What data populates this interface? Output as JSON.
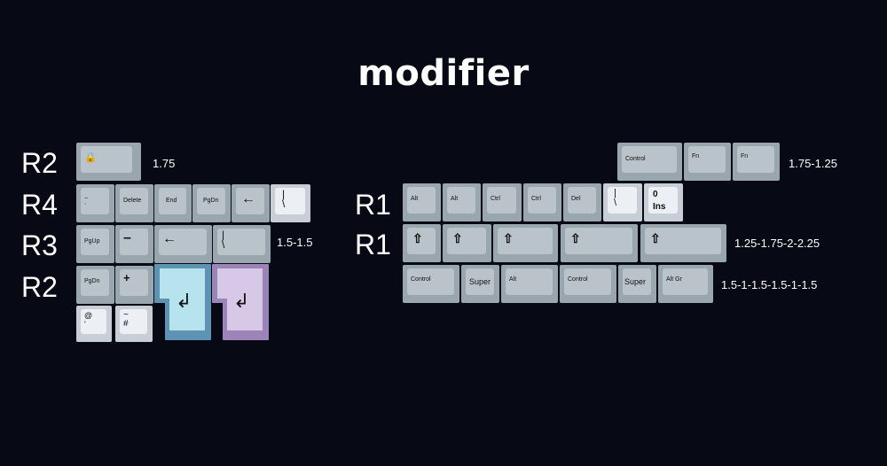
{
  "title": "modifier",
  "row_labels": {
    "r2_top": "R2",
    "r4": "R4",
    "r3": "R3",
    "r2_bottom": "R2",
    "r1_a": "R1",
    "r1_b": "R1"
  },
  "size_labels": {
    "left_r2": "1.75",
    "left_r3": "1.5-1.5",
    "right_top": "1.75-1.25",
    "right_r1a": "1.25-1.75-2-2.25",
    "right_r1b": "1.5-1-1.5-1.5-1-1.5"
  },
  "keys": {
    "left_r2_lock": "🔒",
    "left_r4": [
      "~\n`",
      "Delete",
      "End",
      "PgDn",
      "←",
      "|\n\\"
    ],
    "left_r3": [
      "PgUp",
      "–",
      "←",
      "|\n\\"
    ],
    "left_r2b": [
      "PgDn",
      "+"
    ],
    "left_bottom": [
      "@\n'",
      "~\n#"
    ],
    "enter_blue": "↲",
    "enter_purple": "↲",
    "right_top": [
      "Control",
      "Fn",
      "Fn"
    ],
    "right_r1a": [
      "Alt",
      "Alt",
      "Ctrl",
      "Ctrl",
      "Del",
      "|\n\\",
      "0\nIns"
    ],
    "right_r1b": [
      "⇧",
      "⇧",
      "⇧",
      "⇧",
      "⇧"
    ],
    "right_bottom": [
      "Control",
      "Super",
      "Alt",
      "Control",
      "Super",
      "Alt Gr"
    ]
  },
  "colors": {
    "background": "#070914",
    "key_grey": "#9aa6ad",
    "enter_blue": "#b7e3ef",
    "enter_purple": "#d7c8e8"
  }
}
